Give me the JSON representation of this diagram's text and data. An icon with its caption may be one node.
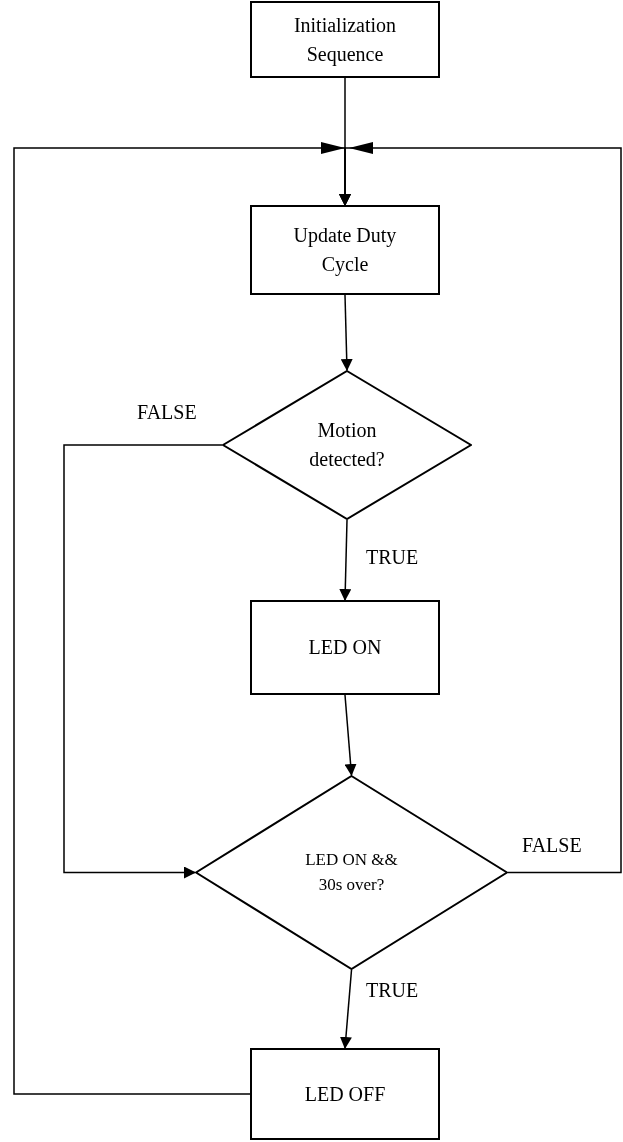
{
  "diagram": {
    "nodes": [
      {
        "text": [
          "Initialization Sequence"
        ]
      },
      {
        "text": [
          "Update Duty Cycle"
        ]
      },
      {
        "text": [
          "Motion detected?"
        ]
      },
      {
        "text": [
          "LED ON"
        ]
      },
      {
        "text": [
          "LED ON && 30s over?"
        ]
      },
      {
        "text": [
          "LED OFF"
        ]
      }
    ],
    "edges": [
      {
        "from": 0,
        "to": 1,
        "arrow": "to"
      },
      {
        "from": 5,
        "to": 1,
        "arrow": "to"
      },
      {
        "from": 4,
        "to": 1,
        "label": "FALSE",
        "arrow": "to"
      },
      {
        "from": 1,
        "to": 2,
        "arrow": "to"
      },
      {
        "from": 2,
        "to": 3,
        "label": "TRUE",
        "arrow": "to"
      },
      {
        "from": 2,
        "to": 4,
        "label": "FALSE",
        "arrow": "to"
      },
      {
        "from": 3,
        "to": 4,
        "arrow": "to"
      },
      {
        "from": 4,
        "to": 5,
        "label": "TRUE",
        "arrow": "to"
      }
    ]
  }
}
